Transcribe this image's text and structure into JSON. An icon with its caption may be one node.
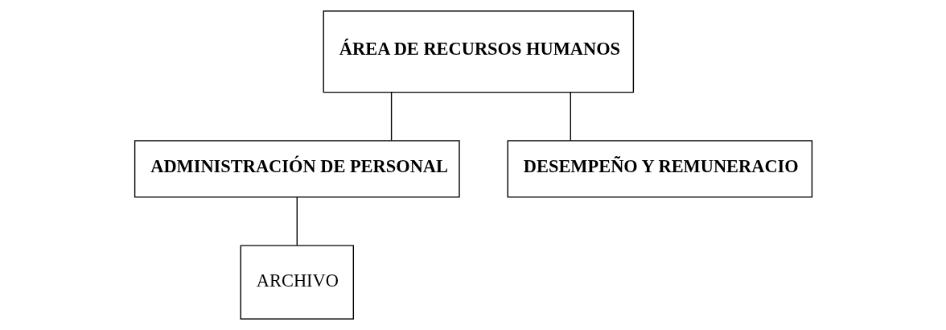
{
  "diagram": {
    "nodes": [
      {
        "text": [
          "ÁREA DE RECURSOS HUMANOS"
        ]
      },
      {
        "text": [
          "ADMINISTRACIÓN DE PERSONAL"
        ]
      },
      {
        "text": [
          "DESEMPEÑO Y REMUNERACIO"
        ]
      },
      {
        "text": [
          "ARCHIVO"
        ]
      }
    ],
    "edges": [
      {
        "from": 0,
        "to": 1,
        "arrow": "none"
      },
      {
        "from": 0,
        "to": 2,
        "arrow": "none"
      },
      {
        "from": 1,
        "to": 3,
        "arrow": "none"
      }
    ]
  }
}
